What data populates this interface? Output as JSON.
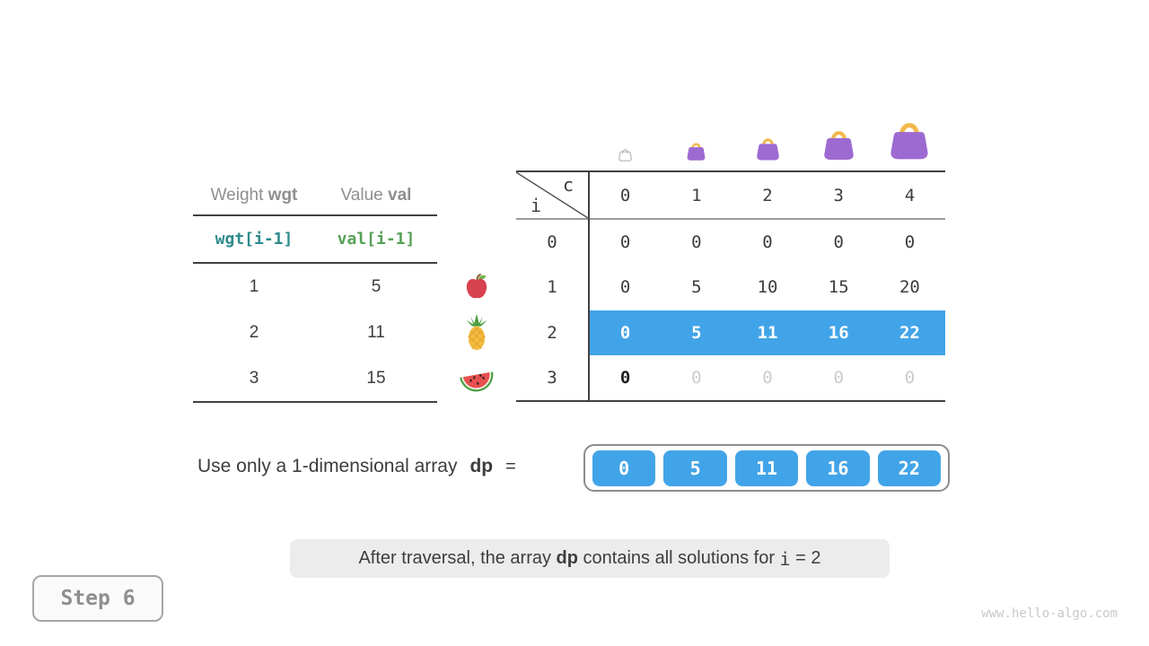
{
  "page": {
    "step_label": "Step 6",
    "watermark": "www.hello-algo.com"
  },
  "colors": {
    "accent_blue": "#42a4e8",
    "teal_code": "#2e8b8b",
    "green_code": "#55a055",
    "bag_purple": "#9d6ad2",
    "bag_handle_gold": "#f2ba4d",
    "dark_text": "#3d3d3d",
    "gray_header_text": "#8f8f8f",
    "ghost_text": "#cbcbcb",
    "caption_bg": "#ececec"
  },
  "left_table": {
    "headers": [
      {
        "text": "Weight",
        "code": "wgt"
      },
      {
        "text": "Value",
        "code": "val"
      }
    ],
    "formula_row": {
      "weight": "wgt[i-1]",
      "value": "val[i-1]"
    },
    "rows": [
      {
        "weight": "1",
        "value": "5"
      },
      {
        "weight": "2",
        "value": "11"
      },
      {
        "weight": "3",
        "value": "15"
      }
    ]
  },
  "item_icons": [
    {
      "icon": "apple-icon"
    },
    {
      "icon": "pineapple-icon"
    },
    {
      "icon": "watermelon-icon"
    }
  ],
  "dp_table": {
    "corner": {
      "row_var": "i",
      "col_var": "c"
    },
    "col_headers": [
      "0",
      "1",
      "2",
      "3",
      "4"
    ],
    "bag_icons": [
      "bag-capacity-0",
      "bag-capacity-1",
      "bag-capacity-2",
      "bag-capacity-3",
      "bag-capacity-4"
    ],
    "rows": [
      {
        "label": "0",
        "cells": [
          "0",
          "0",
          "0",
          "0",
          "0"
        ],
        "state": "normal"
      },
      {
        "label": "1",
        "cells": [
          "0",
          "5",
          "10",
          "15",
          "20"
        ],
        "state": "normal"
      },
      {
        "label": "2",
        "cells": [
          "0",
          "5",
          "11",
          "16",
          "22"
        ],
        "state": "highlighted"
      },
      {
        "label": "3",
        "cells": [
          "0",
          "0",
          "0",
          "0",
          "0"
        ],
        "state": "pending-first-cell-filled"
      }
    ]
  },
  "dp_array": {
    "label_text": "Use only a 1-dimensional array",
    "var_name": "dp",
    "equals": "=",
    "values": [
      "0",
      "5",
      "11",
      "16",
      "22"
    ]
  },
  "caption": {
    "prefix": "After traversal, the array ",
    "code1": "dp",
    "middle": " contains all solutions for ",
    "code2": "i",
    "suffix": " = 2"
  }
}
